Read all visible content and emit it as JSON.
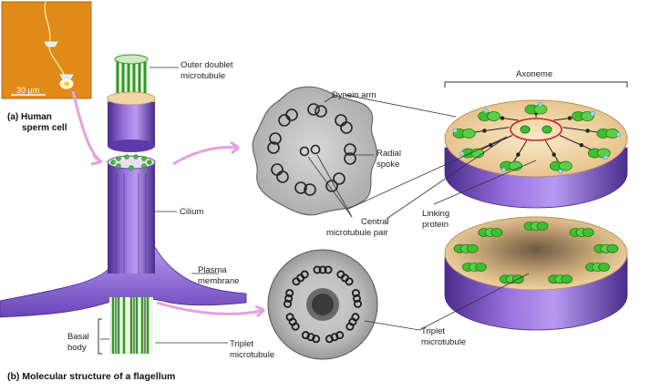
{
  "labels": {
    "scale_bar": "30 µm",
    "panel_a_line1": "(a) Human",
    "panel_a_line2": "sperm cell",
    "outer_doublet_line1": "Outer doublet",
    "outer_doublet_line2": "microtubule",
    "dynein_arm": "Dynein arm",
    "radial_spoke_line1": "Radial",
    "radial_spoke_line2": "spoke",
    "axoneme": "Axoneme",
    "cilium": "Cilium",
    "central_pair_line1": "Central",
    "central_pair_line2": "microtubule pair",
    "linking_protein_line1": "Linking",
    "linking_protein_line2": "protein",
    "plasma_membrane_line1": "Plasma",
    "plasma_membrane_line2": "membrane",
    "basal_body_line1": "Basal",
    "basal_body_line2": "body",
    "triplet_left_line1": "Triplet",
    "triplet_left_line2": "microtubule",
    "triplet_right_line1": "Triplet",
    "triplet_right_line2": "microtubule",
    "caption_b": "(b) Molecular structure of a flagellum"
  },
  "colors": {
    "photo_bg": "#e08a1a",
    "purple": "#8a5fd0",
    "purple_dark": "#5e3aa8",
    "green": "#3fbf2f",
    "green_dark": "#1f7a17",
    "disc_top": "#f2d6a8",
    "pink_arrow": "#e6a0e0",
    "leader": "#333333"
  },
  "icons": {
    "photo": "sperm-cell-photo",
    "micrograph_top": "cross-section-micrograph",
    "micrograph_bottom": "basal-body-micrograph"
  }
}
